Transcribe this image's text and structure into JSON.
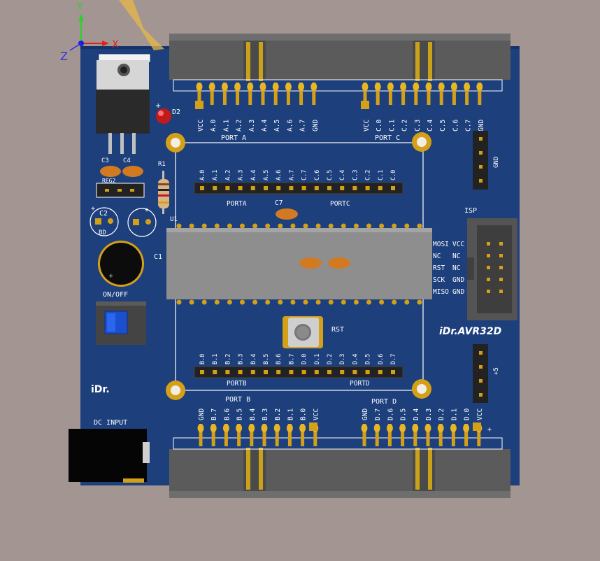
{
  "board": {
    "logo": "iDr.",
    "model": "iDr.AVR32D",
    "colors": {
      "pcb": "#1d3f7c",
      "silk": "#ffffff",
      "gold": "#d4a017",
      "connector": "#5a5a5a",
      "chip": "#8c8c8c"
    }
  },
  "axes": {
    "x": "X",
    "y": "Y",
    "z": "Z"
  },
  "headers": {
    "port_a": {
      "title": "PORT A",
      "pins": [
        "VCC",
        "A.0",
        "A.1",
        "A.2",
        "A.3",
        "A.4",
        "A.5",
        "A.6",
        "A.7",
        "GND"
      ]
    },
    "port_c": {
      "title": "PORT C",
      "pins": [
        "VCC",
        "C.0",
        "C.1",
        "C.2",
        "C.3",
        "C.4",
        "C.5",
        "C.6",
        "C.7",
        "GND"
      ]
    },
    "port_b": {
      "title": "PORT B",
      "pins": [
        "GND",
        "B.7",
        "B.6",
        "B.5",
        "B.4",
        "B.3",
        "B.2",
        "B.1",
        "B.0",
        "VCC"
      ]
    },
    "port_d": {
      "title": "PORT D",
      "pins": [
        "GND",
        "D.7",
        "D.6",
        "D.5",
        "D.4",
        "D.3",
        "D.2",
        "D.1",
        "D.0",
        "VCC"
      ]
    }
  },
  "inner_headers": {
    "top": {
      "left_label": "PORTA",
      "right_label": "PORTC",
      "pins": [
        "A.0",
        "A.1",
        "A.2",
        "A.3",
        "A.4",
        "A.5",
        "A.6",
        "A.7",
        "C.7",
        "C.6",
        "C.5",
        "C.4",
        "C.3",
        "C.2",
        "C.1",
        "C.0"
      ]
    },
    "bottom": {
      "left_label": "PORTB",
      "right_label": "PORTD",
      "pins": [
        "B.0",
        "B.1",
        "B.2",
        "B.3",
        "B.4",
        "B.5",
        "B.6",
        "B.7",
        "D.0",
        "D.1",
        "D.2",
        "D.3",
        "D.4",
        "D.5",
        "D.6",
        "D.7"
      ]
    }
  },
  "isp": {
    "title": "ISP",
    "left": [
      "MOSI",
      "NC",
      "RST",
      "SCK",
      "MISO"
    ],
    "right": [
      "VCC",
      "NC",
      "NC",
      "GND",
      "GND"
    ]
  },
  "side_headers": {
    "gnd": "GND",
    "vcc": "+5"
  },
  "components": {
    "d2": "D2",
    "c3": "C3",
    "c4": "C4",
    "r1": "R1",
    "u1": "U1",
    "c2": "C2",
    "c2_value": "BD",
    "c1": "C1",
    "c7": "C7",
    "on_off": "ON/OFF",
    "rst": "RST",
    "dc_input": "DC INPUT",
    "regulator": "REG2",
    "plus": "+"
  }
}
